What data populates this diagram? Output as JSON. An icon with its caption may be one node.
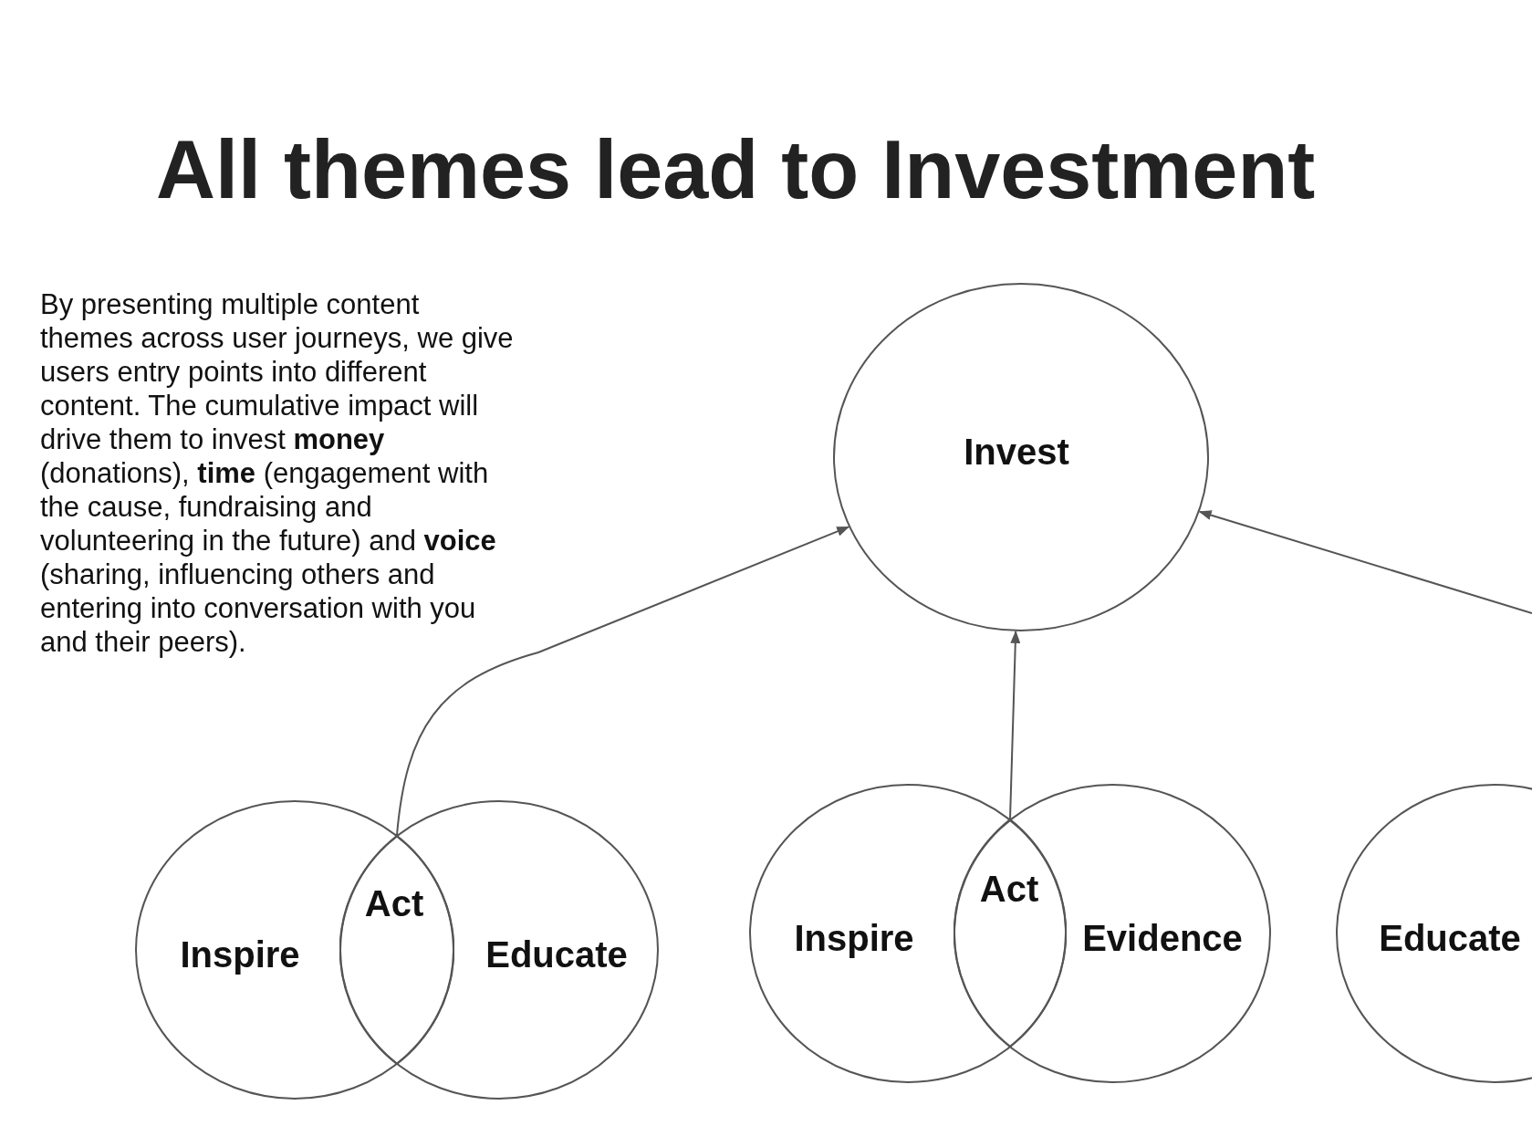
{
  "diagram": {
    "title": "All themes lead to Investment",
    "nodes": [
      {
        "text": [
          "Invest"
        ]
      },
      {
        "text": [
          "Inspire"
        ]
      },
      {
        "text": [
          "Act"
        ]
      },
      {
        "text": [
          "Educate"
        ]
      },
      {
        "text": [
          "Inspire"
        ]
      },
      {
        "text": [
          "Act"
        ]
      },
      {
        "text": [
          "Evidence"
        ]
      },
      {
        "text": [
          "Educate"
        ]
      }
    ],
    "edges": [
      {
        "from": 2,
        "to": 0,
        "arrow": "to"
      },
      {
        "from": 5,
        "to": 0,
        "arrow": "to"
      },
      {
        "from": null,
        "to": 0,
        "arrow": "to"
      }
    ],
    "labels": [
      "By presenting multiple content themes across user journeys, we give users entry points into different content. The cumulative impact will drive them to invest **money** (donations), **time** (engagement with the cause, fundraising and volunteering in the future) and **voice** (sharing, influencing others and entering into conversation with you and their peers)."
    ]
  }
}
